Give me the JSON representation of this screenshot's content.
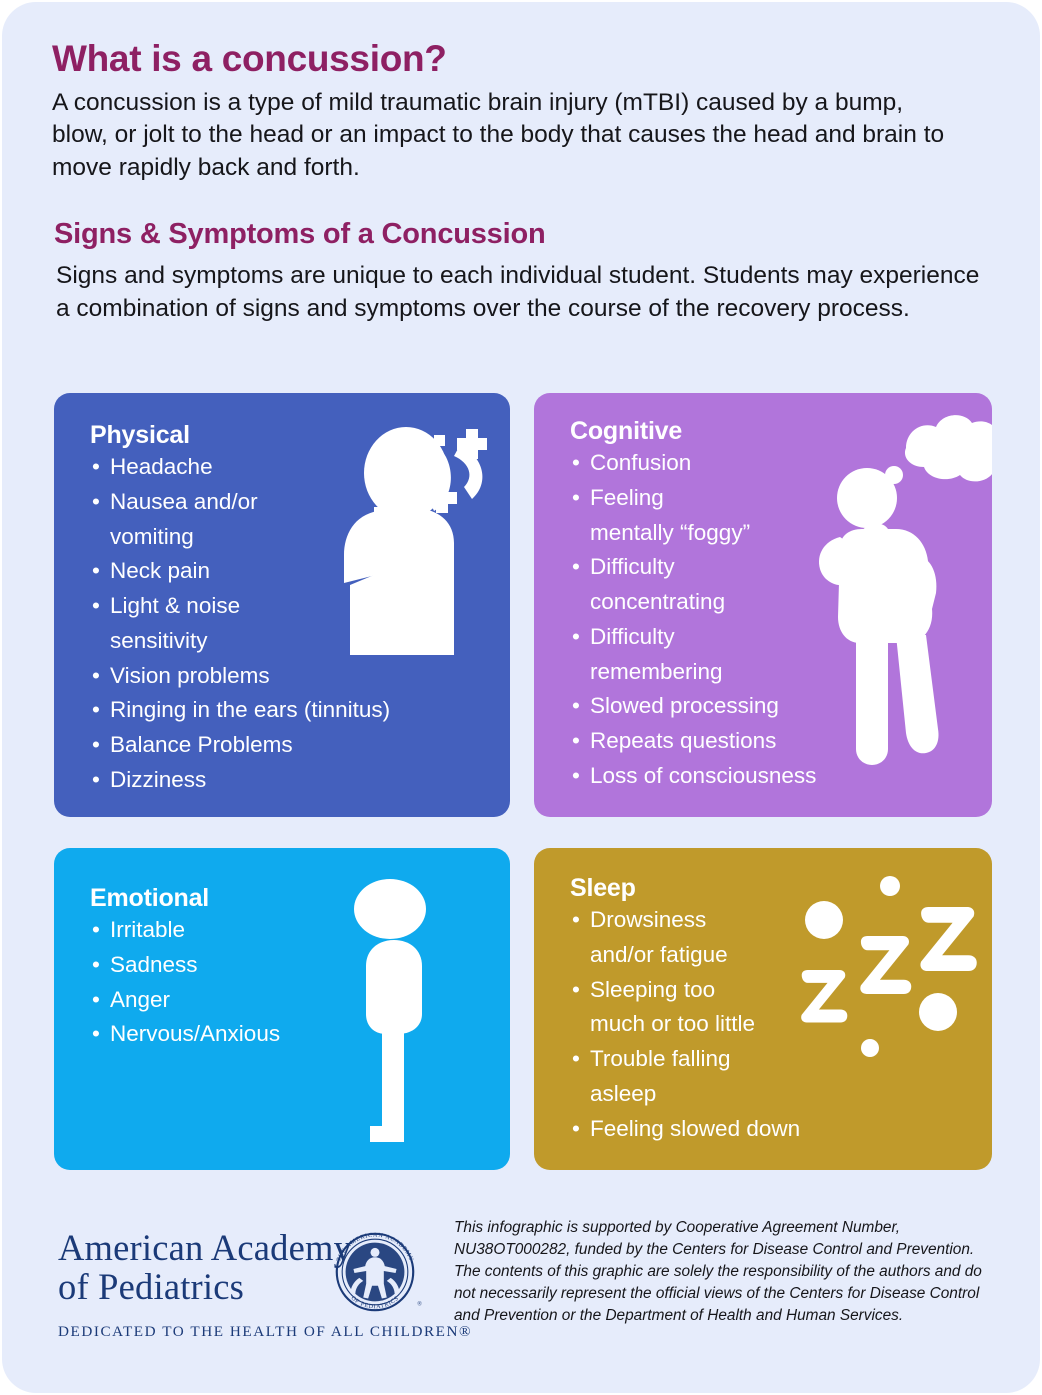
{
  "theme": {
    "page_background": "#e6ecfb",
    "heading_color": "#8e2063",
    "body_text_color": "#16161a",
    "physical_card_color": "#4460bd",
    "cognitive_card_color": "#b175db",
    "emotional_card_color": "#0faaee",
    "sleep_card_color": "#c09a2b",
    "logo_color": "#1b3a78"
  },
  "intro": {
    "title": "What is a concussion?",
    "body": "A concussion is a type of mild traumatic brain injury (mTBI) caused by a bump, blow, or jolt to the head or an impact to the body that causes the head and brain to move rapidly back and forth."
  },
  "symptoms_section": {
    "title": "Signs & Symptoms of a Concussion",
    "body": "Signs and symptoms are unique to each individual student. Students may experience a combination of signs and symptoms over the course of the recovery process."
  },
  "cards": [
    {
      "id": "physical",
      "title": "Physical",
      "icon": "person-holding-head-dizzy-icon",
      "items": [
        "Headache",
        "Nausea and/or\nvomiting",
        "Neck pain",
        "Light & noise\nsensitivity",
        "Vision problems",
        "Ringing in the ears (tinnitus)",
        "Balance Problems",
        "Dizziness"
      ]
    },
    {
      "id": "cognitive",
      "title": "Cognitive",
      "icon": "person-thinking-thought-bubble-icon",
      "items": [
        "Confusion",
        "Feeling\nmentally “foggy”",
        "Difficulty\nconcentrating",
        "Difficulty\nremembering",
        "Slowed processing",
        "Repeats questions",
        "Loss of consciousness"
      ]
    },
    {
      "id": "emotional",
      "title": "Emotional",
      "icon": "standing-person-icon",
      "items": [
        "Irritable",
        "Sadness",
        "Anger",
        "Nervous/Anxious"
      ]
    },
    {
      "id": "sleep",
      "title": "Sleep",
      "icon": "sleeping-zzz-icon",
      "items": [
        "Drowsiness\nand/or fatigue",
        "Sleeping too\nmuch or too little",
        "Trouble falling\nasleep",
        "Feeling slowed down"
      ]
    }
  ],
  "footer": {
    "logo": {
      "line1": "American Academy",
      "line2": "of Pediatrics",
      "tagline": "DEDICATED TO THE HEALTH OF ALL CHILDREN®",
      "seal_text_top": "THE AMERICAN ACADEMY",
      "seal_text_bottom": "OF PEDIATRICS"
    },
    "disclaimer": "This infographic is supported by Cooperative Agreement Number, NU38OT000282, funded by the Centers for Disease Control and Prevention. The contents of this graphic are solely the responsibility of the authors and do not necessarily represent the official views of the Centers for Disease Control and Prevention or the Department of Health and Human Services."
  }
}
